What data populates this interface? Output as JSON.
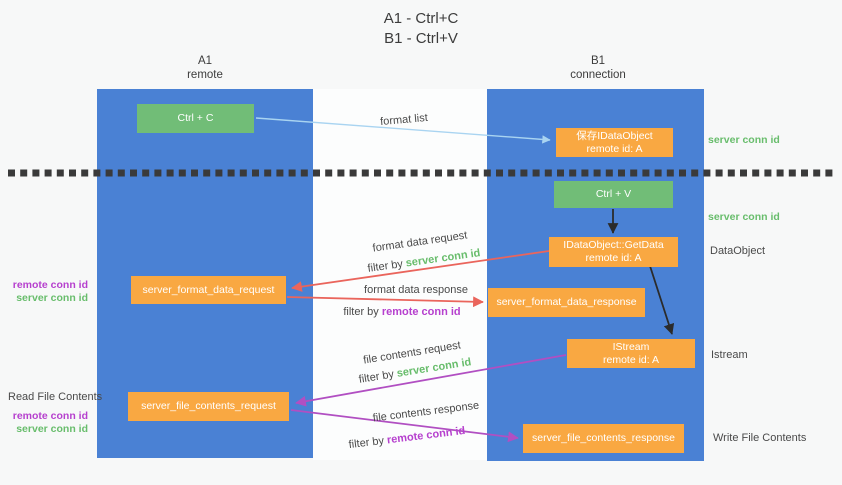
{
  "colors": {
    "bg": "#f7f8f8",
    "column_blue": "#4a81d4",
    "green_box": "#71bd77",
    "orange_box": "#f9a842",
    "arrow_blue": "#a9d4f1",
    "arrow_red": "#ea655c",
    "arrow_purple": "#b14fc2",
    "arrow_black": "#2b2b2b",
    "label_green": "#68bd6c",
    "label_purple": "#b640ce",
    "text_dark": "#3c3c3c",
    "text_gray": "#4a4a4a",
    "dash_color": "#3a3a3a"
  },
  "title": {
    "line1": "A1 - Ctrl+C",
    "line2": "B1 - Ctrl+V"
  },
  "columns": {
    "left": {
      "name": "A1",
      "role": "remote"
    },
    "right": {
      "name": "B1",
      "role": "connection"
    }
  },
  "nodes": {
    "ctrl_c": {
      "label": "Ctrl + C"
    },
    "save_dataobject": {
      "line1": "保存IDataObject",
      "line2": "remote id: A"
    },
    "ctrl_v": {
      "label": "Ctrl + V"
    },
    "getdata": {
      "line1": "IDataObject::GetData",
      "line2": "remote id: A"
    },
    "format_request": {
      "label": "server_format_data_request"
    },
    "format_response": {
      "label": "server_format_data_response"
    },
    "istream": {
      "line1": "IStream",
      "line2": "remote id: A"
    },
    "file_request": {
      "label": "server_file_contents_request"
    },
    "file_response": {
      "label": "server_file_contents_response"
    }
  },
  "arrow_labels": {
    "format_list": "format list",
    "format_data_request": "format data request",
    "filter_request_prefix": "filter by",
    "filter_request_value": "server conn id",
    "format_data_response": "format data response",
    "filter_response_prefix": "filter by",
    "filter_response_value": "remote conn id",
    "file_contents_request": "file contents request",
    "filter_file_request_prefix": "filter by",
    "filter_file_request_value": "server conn id",
    "file_contents_response": "file contents response",
    "filter_file_response_prefix": "filter by",
    "filter_file_response_value": "remote conn id"
  },
  "margin_labels": {
    "server_conn_id_top": "server conn id",
    "server_conn_id_mid": "server conn id",
    "dataobject": "DataObject",
    "istream": "Istream",
    "write_file_contents": "Write File Contents",
    "read_file_contents": "Read File Contents",
    "remote_conn_id_left1": "remote conn id",
    "server_conn_id_left1": "server conn id",
    "remote_conn_id_left2": "remote conn id",
    "server_conn_id_left2": "server conn id"
  }
}
